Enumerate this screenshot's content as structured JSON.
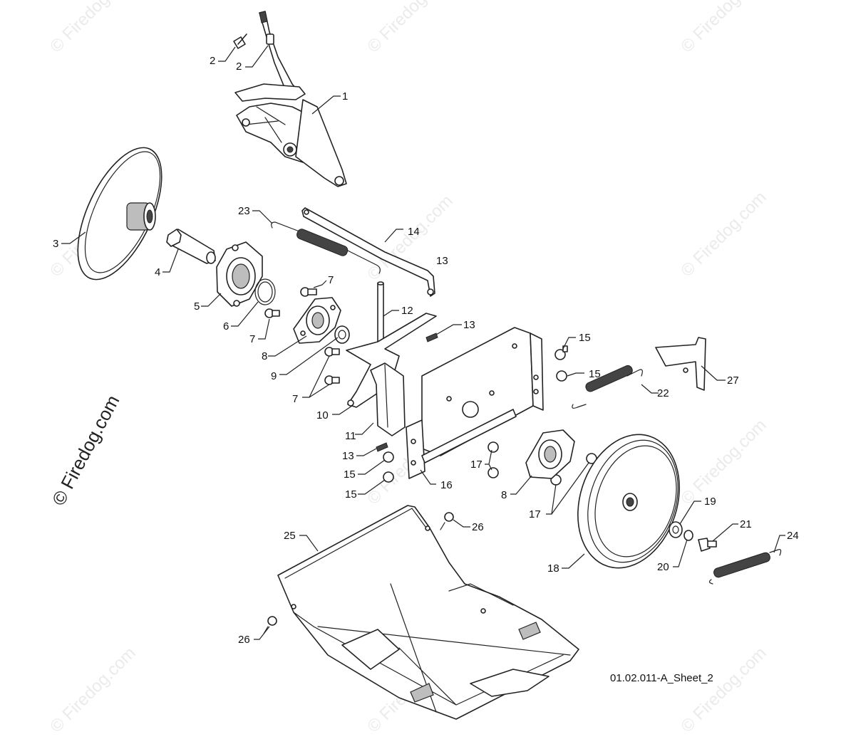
{
  "watermark": {
    "small": "© Firedog.com",
    "large": "© Firedog.com"
  },
  "sheet_label": "01.02.011-A_Sheet_2",
  "callouts": {
    "c1": "1",
    "c2a": "2",
    "c2b": "2",
    "c3": "3",
    "c4": "4",
    "c5": "5",
    "c6": "6",
    "c7a": "7",
    "c7b": "7",
    "c7c": "7",
    "c8a": "8",
    "c8b": "8",
    "c9": "9",
    "c10": "10",
    "c11": "11",
    "c12": "12",
    "c13a": "13",
    "c13b": "13",
    "c13c": "13",
    "c14": "14",
    "c15a": "15",
    "c15b": "15",
    "c15c": "15",
    "c15d": "15",
    "c16": "16",
    "c17a": "17",
    "c17b": "17",
    "c18": "18",
    "c19": "19",
    "c20": "20",
    "c21": "21",
    "c22": "22",
    "c23": "23",
    "c24": "24",
    "c25": "25",
    "c26a": "26",
    "c26b": "26",
    "c27": "27"
  },
  "colors": {
    "line": "#222222",
    "watermark": "#ebebeb",
    "background": "#ffffff"
  }
}
